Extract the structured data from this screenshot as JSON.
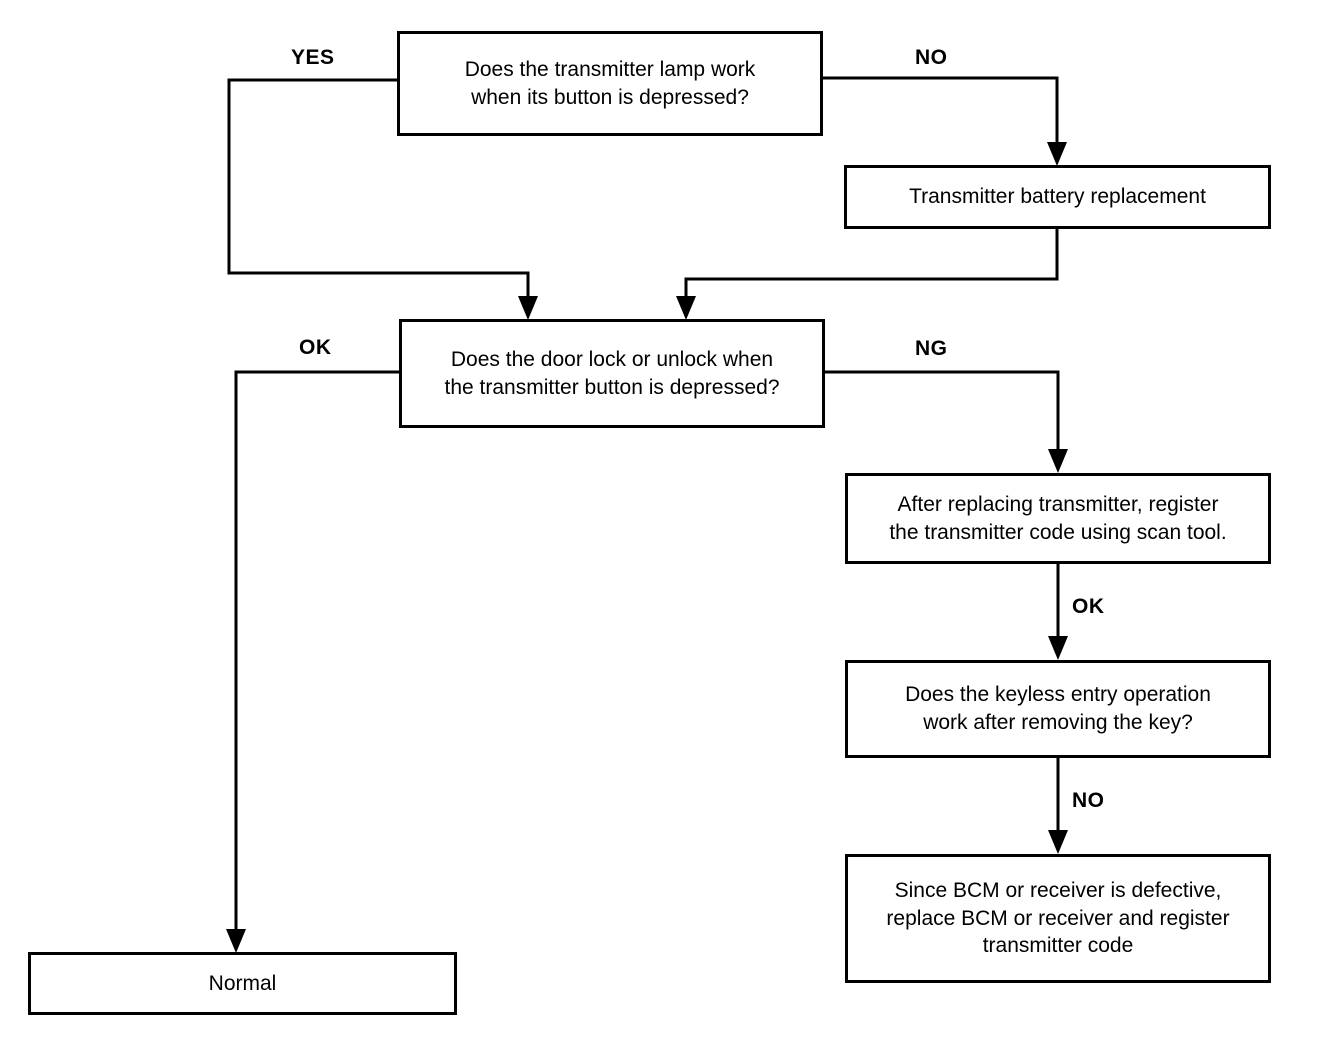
{
  "diagram": {
    "title": "Keyless entry transmitter troubleshooting flowchart",
    "type": "flowchart",
    "stroke_color": "#000000",
    "background_color": "#ffffff",
    "nodes": [
      {
        "id": "q1",
        "kind": "decision",
        "text": "Does the transmitter lamp work\nwhen its button is depressed?"
      },
      {
        "id": "battery",
        "kind": "process",
        "text": "Transmitter battery replacement"
      },
      {
        "id": "q2",
        "kind": "decision",
        "text": "Does the door lock or unlock when\nthe transmitter button is depressed?"
      },
      {
        "id": "register",
        "kind": "process",
        "text": "After replacing transmitter, register\nthe transmitter code using scan tool."
      },
      {
        "id": "q3",
        "kind": "decision",
        "text": "Does the keyless entry operation\nwork after removing the key?"
      },
      {
        "id": "bcm",
        "kind": "process",
        "text": "Since BCM or receiver is defective,\nreplace BCM or receiver and register\ntransmitter code"
      },
      {
        "id": "normal",
        "kind": "terminal",
        "text": "Normal"
      }
    ],
    "edge_labels": [
      {
        "id": "yes1",
        "text": "YES",
        "from": "q1",
        "to": "q2"
      },
      {
        "id": "no1",
        "text": "NO",
        "from": "q1",
        "to": "battery"
      },
      {
        "id": "ok1",
        "text": "OK",
        "from": "q2",
        "to": "normal"
      },
      {
        "id": "ng1",
        "text": "NG",
        "from": "q2",
        "to": "register"
      },
      {
        "id": "ok2",
        "text": "OK",
        "from": "register",
        "to": "q3"
      },
      {
        "id": "no2",
        "text": "NO",
        "from": "q3",
        "to": "bcm"
      }
    ]
  }
}
